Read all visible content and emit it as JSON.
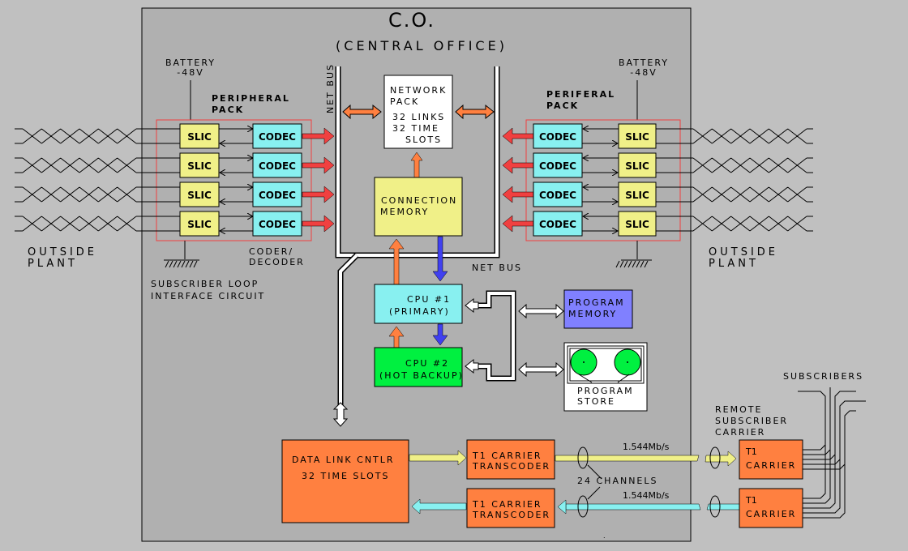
{
  "title": "C.O.",
  "subtitle": "(CENTRAL OFFICE)",
  "colors": {
    "background": "#c0c0c0",
    "co_box": "#b0b0b0",
    "slic": "#f0f088",
    "codec": "#88f0f0",
    "connection_memory": "#f0f088",
    "cpu1": "#88f0f0",
    "cpu2": "#00f040",
    "program_memory": "#8080ff",
    "orange_block": "#ff8040",
    "red_arrow": "#f04040",
    "orange_arrow": "#ff8040",
    "blue_arrow": "#4040f0",
    "yellow_link": "#f0f088",
    "cyan_link": "#88f0f0",
    "pack_border": "#f04040"
  },
  "left_side": {
    "battery_label": "BATTERY",
    "battery_voltage": "-48V",
    "pack_label_1": "PERIPHERAL",
    "pack_label_2": "PACK",
    "slic_label": "SLIC",
    "codec_label": "CODEC",
    "coder_decoder_1": "CODER/",
    "coder_decoder_2": "DECODER",
    "slic_legend_1": "SUBSCRIBER LOOP",
    "slic_legend_2": "INTERFACE CIRCUIT",
    "outside_plant_1": "OUTSIDE",
    "outside_plant_2": "PLANT",
    "channel_count": 4
  },
  "right_side": {
    "battery_label": "BATTERY",
    "battery_voltage": "-48V",
    "pack_label_1": "PERIFERAL",
    "pack_label_2": "PACK",
    "slic_label": "SLIC",
    "codec_label": "CODEC",
    "outside_plant_1": "OUTSIDE",
    "outside_plant_2": "PLANT",
    "channel_count": 4
  },
  "net_bus": {
    "label_vertical": "NET BUS",
    "label_horizontal": "NET BUS"
  },
  "network_pack": {
    "line1": "NETWORK",
    "line2": "PACK",
    "line3": "32 LINKS",
    "line4": "32 TIME",
    "line5": "SLOTS"
  },
  "connection_memory": {
    "line1": "CONNECTION",
    "line2": "MEMORY"
  },
  "cpu1": {
    "line1": "CPU #1",
    "line2": "(PRIMARY)"
  },
  "cpu2": {
    "line1": "CPU #2",
    "line2": "(HOT BACKUP)"
  },
  "program_memory": {
    "line1": "PROGRAM",
    "line2": "MEMORY"
  },
  "program_store": {
    "line1": "PROGRAM",
    "line2": "STORE"
  },
  "data_link": {
    "line1": "DATA LINK CNTLR",
    "line2": "32 TIME SLOTS"
  },
  "t1_transcoder": {
    "line1": "T1 CARRIER",
    "line2": "TRANSCODER"
  },
  "link": {
    "rate_top": "1.544Mb/s",
    "rate_bottom": "1.544Mb/s",
    "channels": "24 CHANNELS"
  },
  "remote": {
    "label_1": "REMOTE",
    "label_2": "SUBSCRIBER",
    "label_3": "CARRIER",
    "t1_line1": "T1",
    "t1_line2": "CARRIER",
    "subscribers_label": "SUBSCRIBERS"
  }
}
